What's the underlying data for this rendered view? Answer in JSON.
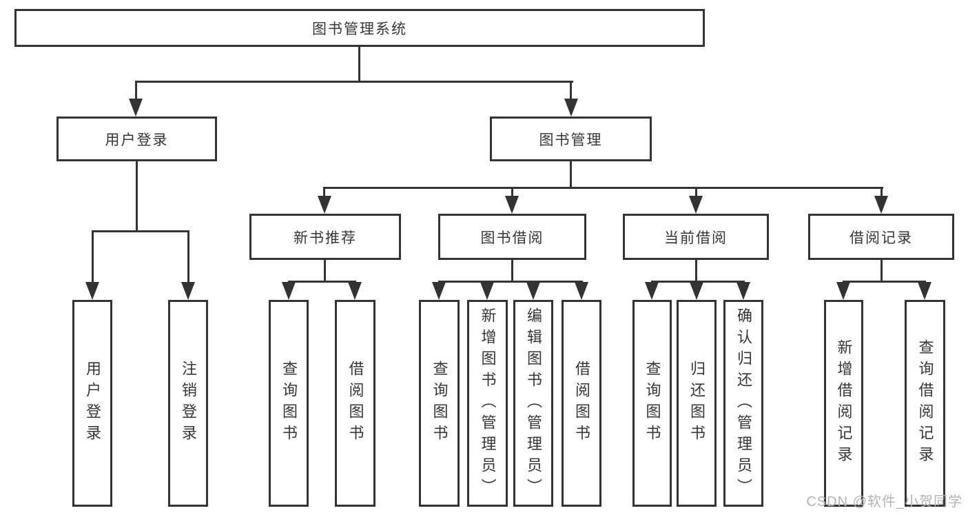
{
  "diagram": {
    "root": {
      "label": "图书管理系统"
    },
    "user": {
      "label": "用户登录",
      "children": [
        {
          "label": "用户登录"
        },
        {
          "label": "注销登录"
        }
      ]
    },
    "book": {
      "label": "图书管理",
      "groups": [
        {
          "label": "新书推荐",
          "children": [
            {
              "label": "查询图书"
            },
            {
              "label": "借阅图书"
            }
          ]
        },
        {
          "label": "图书借阅",
          "children": [
            {
              "label": "查询图书"
            },
            {
              "label": "新增图书（管理员）"
            },
            {
              "label": "编辑图书（管理员）"
            },
            {
              "label": "借阅图书"
            }
          ]
        },
        {
          "label": "当前借阅",
          "children": [
            {
              "label": "查询图书"
            },
            {
              "label": "归还图书"
            },
            {
              "label": "确认归还（管理员）"
            }
          ]
        },
        {
          "label": "借阅记录",
          "children": [
            {
              "label": "新增借阅记录"
            },
            {
              "label": "查询借阅记录"
            }
          ]
        }
      ]
    }
  },
  "watermark": {
    "text": "CSDN @软件_小贺同学"
  },
  "colors": {
    "line": "#333333",
    "text": "#363636",
    "background": "#ffffff",
    "watermark": "#b0b4b8"
  }
}
